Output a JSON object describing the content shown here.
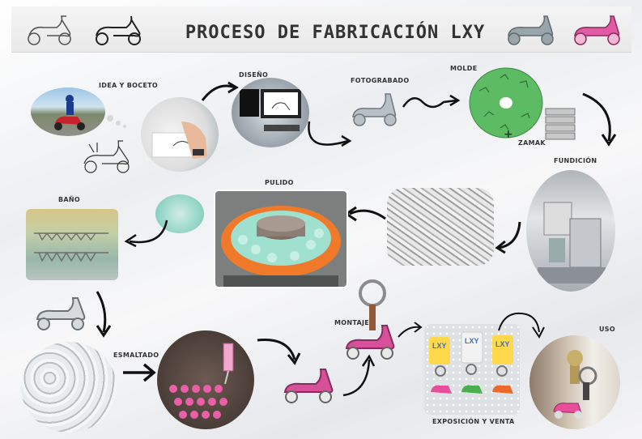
{
  "header": {
    "title": "PROCESO DE FABRICACIÓN LXY"
  },
  "icons": {
    "header_left": [
      "scooter-outline-icon",
      "scooter-outline-icon"
    ],
    "header_right": [
      "scooter-grey-icon",
      "scooter-pink-icon"
    ]
  },
  "steps": {
    "idea": "IDEA Y BOCETO",
    "diseno": "DISEÑO",
    "fotograbado": "FOTOGRABADO",
    "molde": "MOLDE",
    "zamak_plus": "+",
    "zamak": "ZAMAK",
    "fundicion": "FUNDICIÓN",
    "pulido": "PULIDO",
    "bano": "BAÑO",
    "esmaltado": "ESMALTADO",
    "montaje": "MONTAJE",
    "exposicion": "EXPOSICIÓN Y VENTA",
    "uso": "USO"
  },
  "display": {
    "brand": "LXY"
  },
  "colors": {
    "pink": "#d8509a",
    "green": "#5dbb63",
    "grey": "#8f9aa0",
    "orange": "#f07a2a",
    "teal": "#86d8c8"
  }
}
